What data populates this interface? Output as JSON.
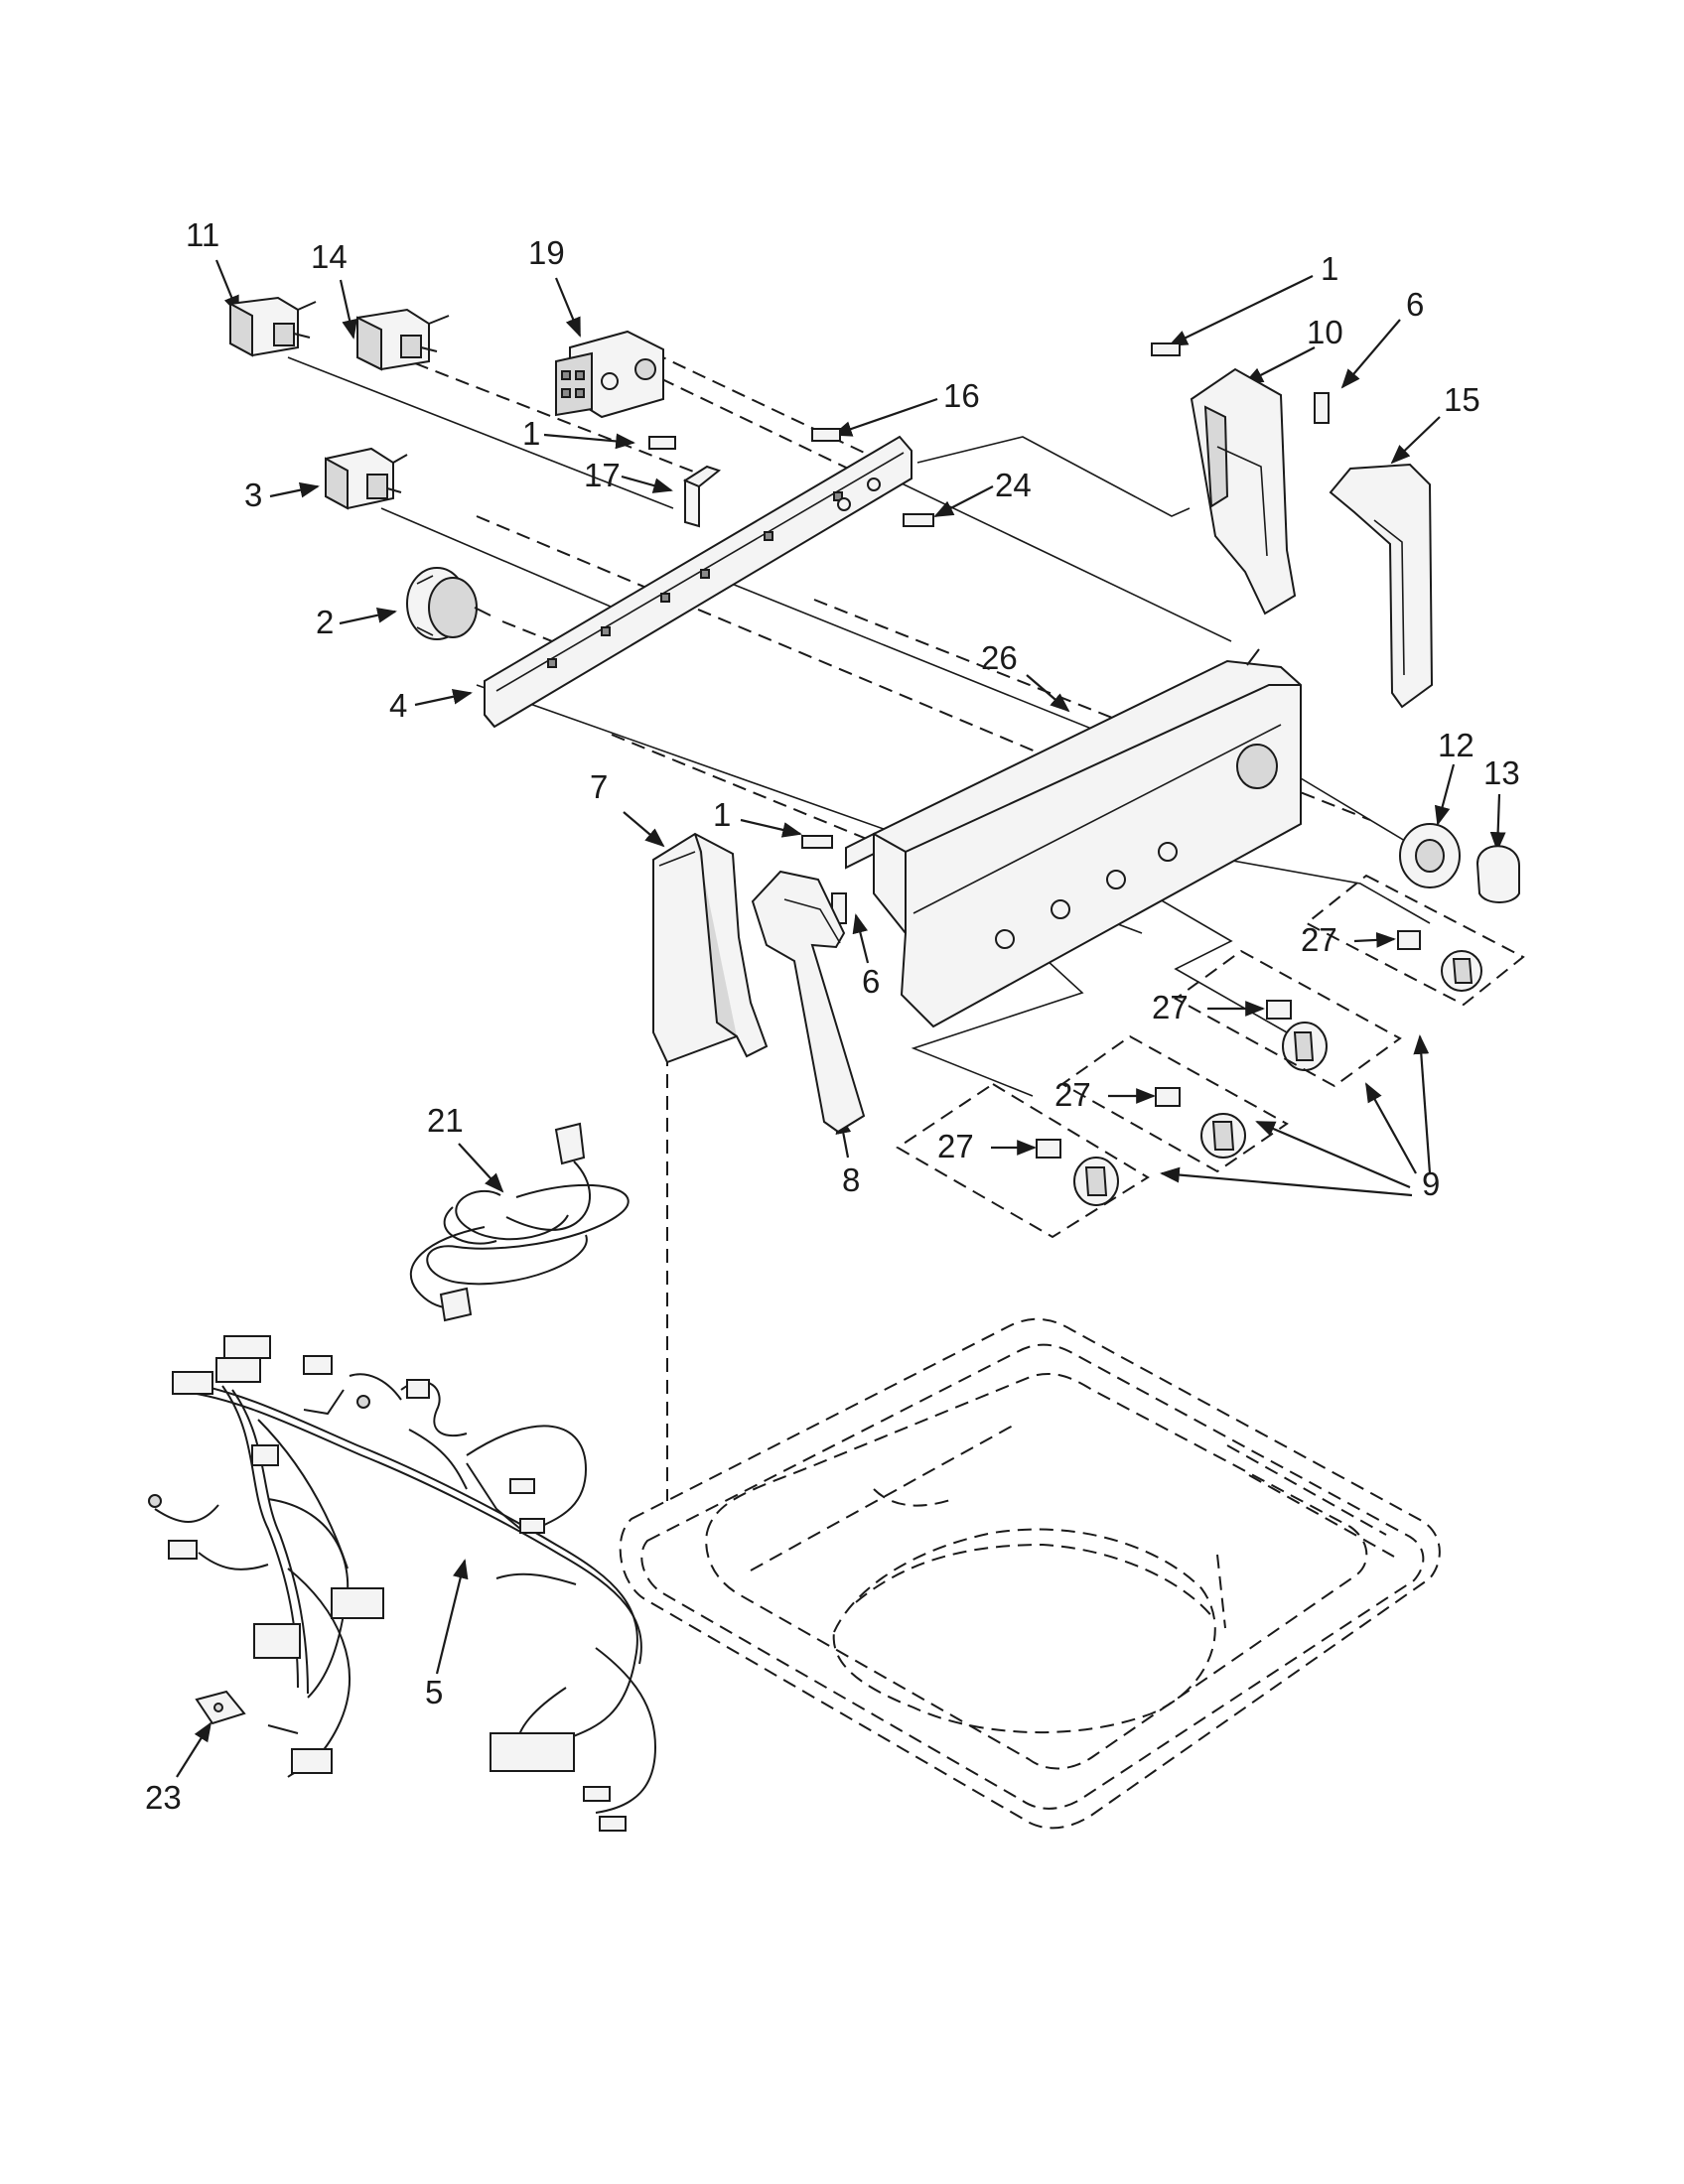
{
  "callouts": [
    {
      "id": "c11",
      "text": "11"
    },
    {
      "id": "c14",
      "text": "14"
    },
    {
      "id": "c19",
      "text": "19"
    },
    {
      "id": "c1a",
      "text": "1"
    },
    {
      "id": "c10",
      "text": "10"
    },
    {
      "id": "c6a",
      "text": "6"
    },
    {
      "id": "c16",
      "text": "16"
    },
    {
      "id": "c15",
      "text": "15"
    },
    {
      "id": "c1b",
      "text": "1"
    },
    {
      "id": "c17",
      "text": "17"
    },
    {
      "id": "c24",
      "text": "24"
    },
    {
      "id": "c3",
      "text": "3"
    },
    {
      "id": "c2",
      "text": "2"
    },
    {
      "id": "c26",
      "text": "26"
    },
    {
      "id": "c4",
      "text": "4"
    },
    {
      "id": "c12",
      "text": "12"
    },
    {
      "id": "c13",
      "text": "13"
    },
    {
      "id": "c7",
      "text": "7"
    },
    {
      "id": "c1c",
      "text": "1"
    },
    {
      "id": "c27a",
      "text": "27"
    },
    {
      "id": "c6b",
      "text": "6"
    },
    {
      "id": "c27b",
      "text": "27"
    },
    {
      "id": "c27c",
      "text": "27"
    },
    {
      "id": "c21",
      "text": "21"
    },
    {
      "id": "c27d",
      "text": "27"
    },
    {
      "id": "c8",
      "text": "8"
    },
    {
      "id": "c9",
      "text": "9"
    },
    {
      "id": "c5",
      "text": "5"
    },
    {
      "id": "c23",
      "text": "23"
    }
  ]
}
